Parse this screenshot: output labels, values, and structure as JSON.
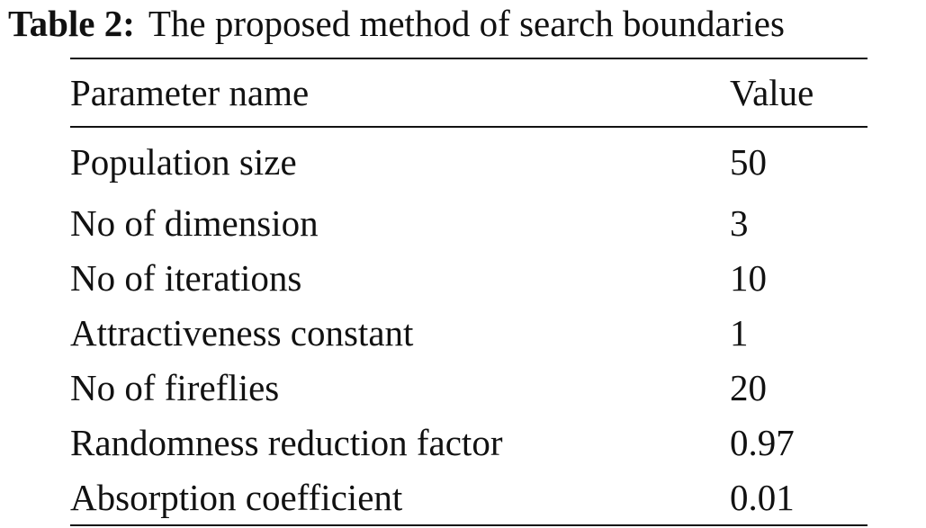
{
  "caption": {
    "label": "Table 2:",
    "text": "The proposed method of search boundaries"
  },
  "table": {
    "headers": [
      "Parameter name",
      "Value"
    ],
    "rows": [
      {
        "name": "Population size",
        "value": "50"
      },
      {
        "name": "No of dimension",
        "value": "3"
      },
      {
        "name": "No of iterations",
        "value": "10"
      },
      {
        "name": "Attractiveness constant",
        "value": "1"
      },
      {
        "name": "No of fireflies",
        "value": "20"
      },
      {
        "name": "Randomness reduction factor",
        "value": "0.97"
      },
      {
        "name": "Absorption coefficient",
        "value": "0.01"
      }
    ]
  }
}
